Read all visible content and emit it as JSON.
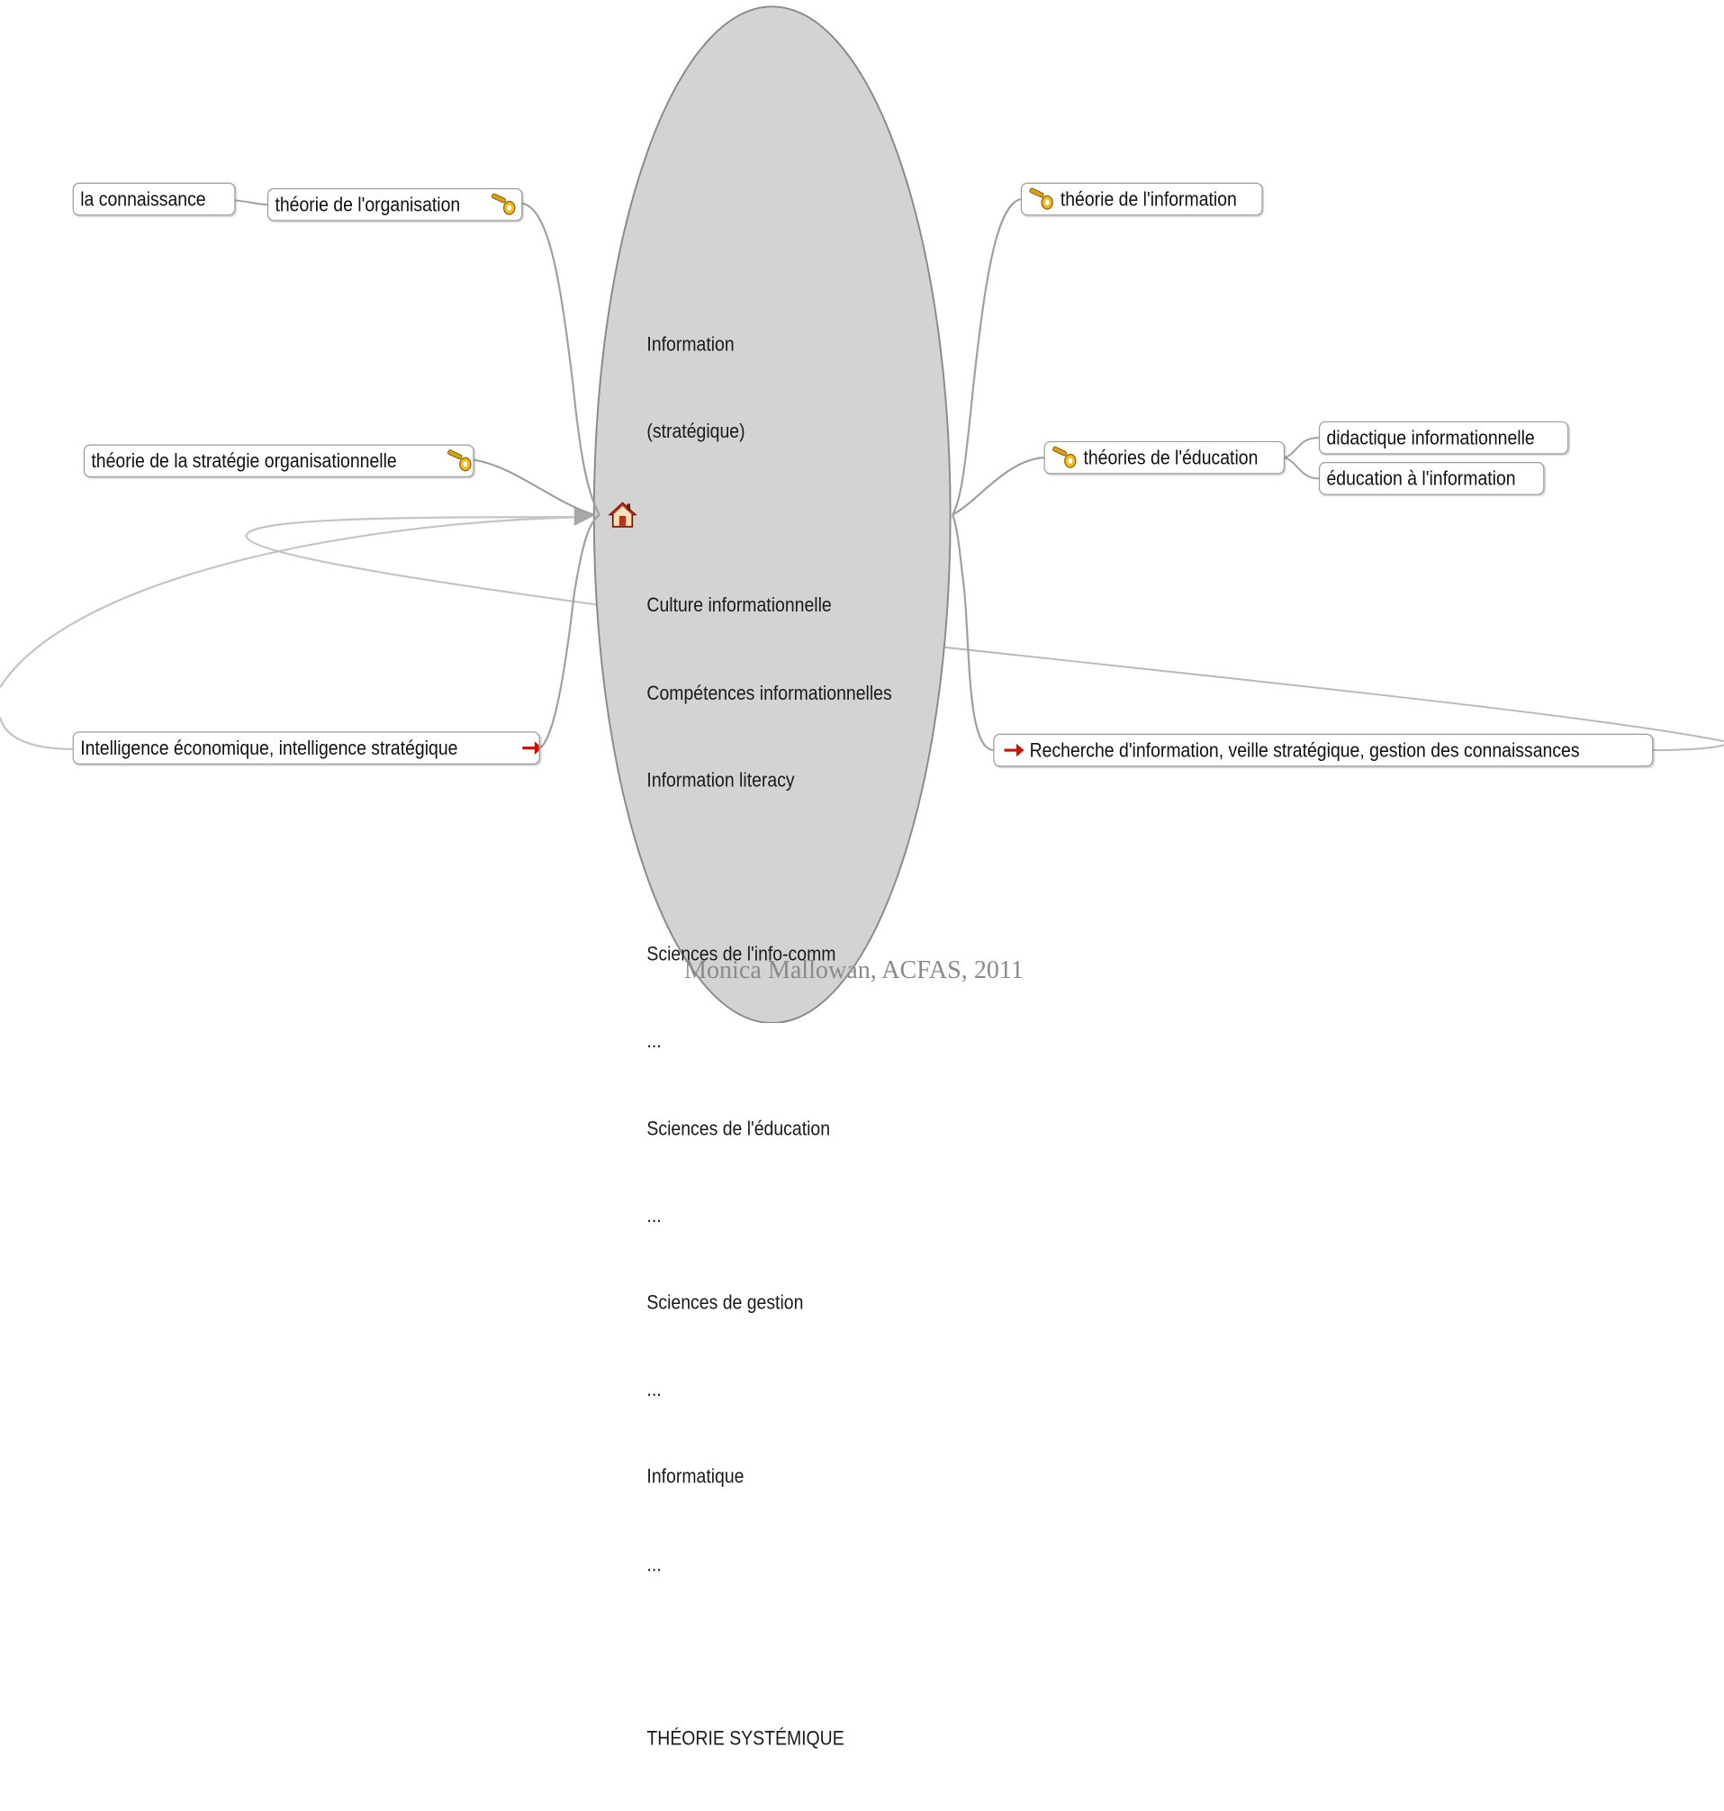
{
  "diagram": {
    "central_node": {
      "lines": [
        "Information",
        "(stratégique)",
        "",
        "Culture informationnelle",
        "Compétences informationnelles",
        "Information literacy",
        "",
        "Sciences de l'info-comm",
        "...",
        "Sciences de l'éducation",
        "...",
        "Sciences de gestion",
        "...",
        "Informatique",
        "...",
        "",
        "THÉORIE SYSTÉMIQUE"
      ],
      "icon": "home-icon",
      "fill_color": "#d3d3d3",
      "stroke_color": "#808080"
    },
    "nodes": {
      "connaissance": {
        "label": "la connaissance"
      },
      "theorie_organisation": {
        "label": "théorie de l'organisation",
        "icon": "key-icon"
      },
      "theorie_strategie": {
        "label": "théorie de la stratégie organisationnelle",
        "icon": "key-icon"
      },
      "intelligence_economique": {
        "label": "Intelligence économique, intelligence stratégique",
        "icon": "arrow-right-icon"
      },
      "theorie_information": {
        "label": "théorie de l'information",
        "icon": "key-icon"
      },
      "theories_education": {
        "label": "théories de l'éducation",
        "icon": "key-icon"
      },
      "didactique": {
        "label": "didactique informationnelle"
      },
      "education_information": {
        "label": "éducation à l'information"
      },
      "recherche_information": {
        "label": "Recherche d'information, veille stratégique, gestion des connaissances",
        "icon": "arrow-right-icon"
      }
    },
    "connector_color": "#9a9a9a",
    "link_color": "#c4c4c4",
    "arrow_color": "#cc1100"
  },
  "footer": {
    "credit": "Monica Mallowan, ACFAS, 2011"
  }
}
